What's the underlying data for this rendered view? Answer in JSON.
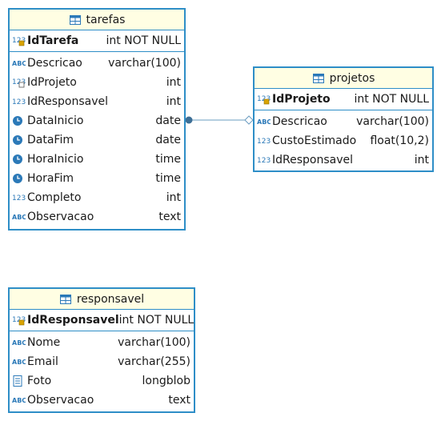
{
  "entities": [
    {
      "key": "tarefas",
      "title": "tarefas",
      "pk": {
        "name": "IdTarefa",
        "type": "int NOT NULL",
        "icon": "numeric-pk-icon"
      },
      "columns": [
        {
          "name": "Descricao",
          "type": "varchar(100)",
          "icon": "text-icon"
        },
        {
          "name": "IdProjeto",
          "type": "int",
          "icon": "numeric-fk-icon"
        },
        {
          "name": "IdResponsavel",
          "type": "int",
          "icon": "numeric-icon"
        },
        {
          "name": "DataInicio",
          "type": "date",
          "icon": "clock-icon"
        },
        {
          "name": "DataFim",
          "type": "date",
          "icon": "clock-icon"
        },
        {
          "name": "HoraInicio",
          "type": "time",
          "icon": "clock-icon"
        },
        {
          "name": "HoraFim",
          "type": "time",
          "icon": "clock-icon"
        },
        {
          "name": "Completo",
          "type": "int",
          "icon": "numeric-icon"
        },
        {
          "name": "Observacao",
          "type": "text",
          "icon": "text-icon"
        }
      ]
    },
    {
      "key": "projetos",
      "title": "projetos",
      "pk": {
        "name": "IdProjeto",
        "type": "int NOT NULL",
        "icon": "numeric-pk-icon"
      },
      "columns": [
        {
          "name": "Descricao",
          "type": "varchar(100)",
          "icon": "text-icon"
        },
        {
          "name": "CustoEstimado",
          "type": "float(10,2)",
          "icon": "numeric-icon"
        },
        {
          "name": "IdResponsavel",
          "type": "int",
          "icon": "numeric-icon"
        }
      ]
    },
    {
      "key": "responsavel",
      "title": "responsavel",
      "pk": {
        "name": "IdResponsavel",
        "type": "int NOT NULL",
        "icon": "numeric-pk-icon"
      },
      "columns": [
        {
          "name": "Nome",
          "type": "varchar(100)",
          "icon": "text-icon"
        },
        {
          "name": "Email",
          "type": "varchar(255)",
          "icon": "text-icon"
        },
        {
          "name": "Foto",
          "type": "longblob",
          "icon": "binary-icon"
        },
        {
          "name": "Observacao",
          "type": "text",
          "icon": "text-icon"
        }
      ]
    }
  ],
  "relationships": [
    {
      "from": "tarefas",
      "to": "projetos"
    }
  ],
  "colors": {
    "border": "#2e8ec7",
    "header_bg": "#fffee3",
    "connector": "#6a9cc0",
    "icon_blue": "#2b79b8"
  }
}
